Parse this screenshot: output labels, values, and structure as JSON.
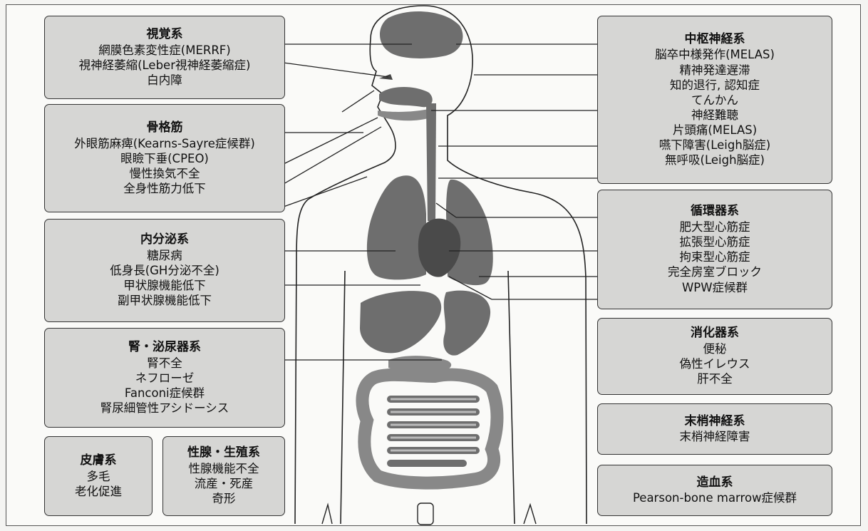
{
  "boxes": {
    "vision": {
      "title": "視覚系",
      "items": [
        "網膜色素変性症(MERRF)",
        "視神経萎縮(Leber視神経萎縮症)",
        "白内障"
      ]
    },
    "skeletal_muscle": {
      "title": "骨格筋",
      "items": [
        "外眼筋麻痺(Kearns-Sayre症候群)",
        "眼瞼下垂(CPEO)",
        "慢性換気不全",
        "全身性筋力低下"
      ]
    },
    "endocrine": {
      "title": "内分泌系",
      "items": [
        "糖尿病",
        "低身長(GH分泌不全)",
        "甲状腺機能低下",
        "副甲状腺機能低下"
      ]
    },
    "renal_urinary": {
      "title": "腎・泌尿器系",
      "items": [
        "腎不全",
        "ネフローゼ",
        "Fanconi症候群",
        "腎尿細管性アシドーシス"
      ]
    },
    "skin": {
      "title": "皮膚系",
      "items": [
        "多毛",
        "老化促進"
      ]
    },
    "gonad_reproductive": {
      "title": "性腺・生殖系",
      "items": [
        "性腺機能不全",
        "流産・死産",
        "奇形"
      ]
    },
    "cns": {
      "title": "中枢神経系",
      "items": [
        "脳卒中様発作(MELAS)",
        "精神発達遅滞",
        "知的退行, 認知症",
        "てんかん",
        "神経難聴",
        "片頭痛(MELAS)",
        "嚥下障害(Leigh脳症)",
        "無呼吸(Leigh脳症)"
      ]
    },
    "circulatory": {
      "title": "循環器系",
      "items": [
        "肥大型心筋症",
        "拡張型心筋症",
        "拘束型心筋症",
        "完全房室ブロック",
        "WPW症候群"
      ]
    },
    "digestive": {
      "title": "消化器系",
      "items": [
        "便秘",
        "偽性イレウス",
        "肝不全"
      ]
    },
    "peripheral_nerve": {
      "title": "末梢神経系",
      "items": [
        "末梢神経障害"
      ]
    },
    "hematopoietic": {
      "title": "造血系",
      "items": [
        "Pearson-bone marrow症候群"
      ]
    }
  },
  "colors": {
    "organ": "#6e6e6e",
    "organ_light": "#888888",
    "box_fill": "#d6d6d4",
    "line": "#222222"
  }
}
